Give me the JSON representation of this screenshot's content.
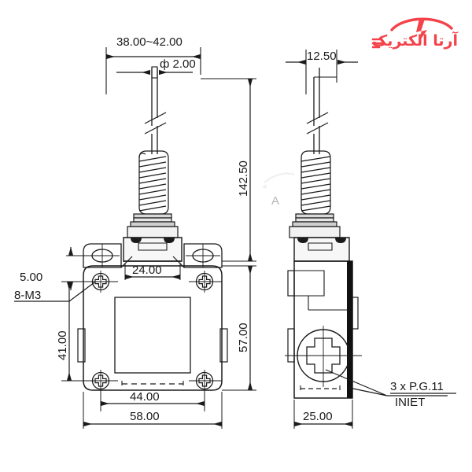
{
  "drawing": {
    "title": "Limit switch dimensional drawing",
    "background_color": "#ffffff",
    "line_color": "#1a1a1a",
    "views": [
      {
        "name": "front-view",
        "label": ""
      },
      {
        "name": "side-view",
        "label": ""
      }
    ]
  },
  "logo": {
    "name": "arta-electric-logo",
    "text": "آرتا الکتریک",
    "color": "#f4424a"
  },
  "watermark": {
    "text": "A",
    "color": "#d8d8d8"
  },
  "dimensions": {
    "top_width_range": "38.00~42.00",
    "wire_diameter": "ф 2.00",
    "total_height": "142.50",
    "body_height": "57.00",
    "top_offset": "5.00",
    "hole_spacing_vertical": "41.00",
    "inner_width": "24.00",
    "hole_spacing_horizontal": "44.00",
    "overall_width": "58.00",
    "side_top_width": "12.50",
    "side_depth": "25.00"
  },
  "annotations": {
    "thread_callout": "8-M3",
    "inlet_callout_line1": "3 x P.G.11",
    "inlet_callout_line2": "INIET"
  }
}
